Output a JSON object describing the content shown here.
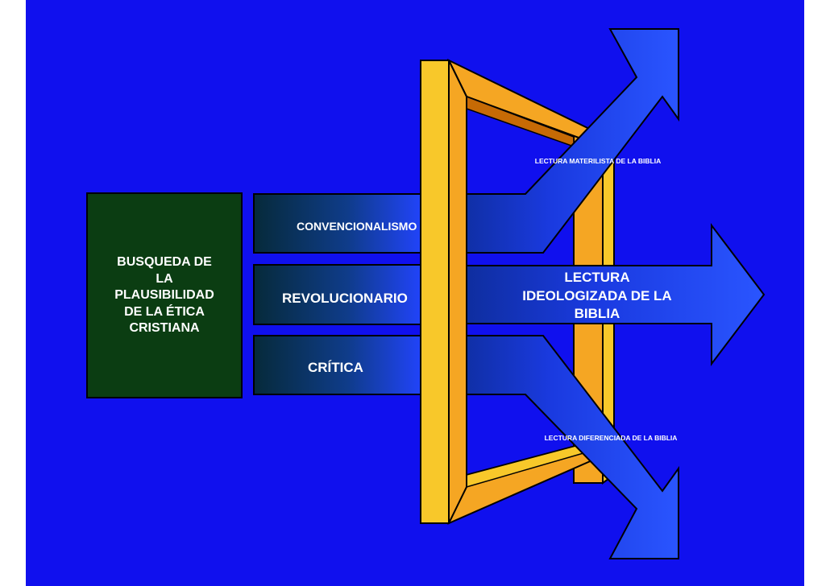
{
  "slide": {
    "colors": {
      "background": "#1010ee",
      "box": "#0b3d12",
      "frame_front": "#f8c82a",
      "frame_side": "#f5a623",
      "frame_shadow": "#c66a05",
      "arrow_light": "#2244ff",
      "arrow_dark": "#062a3a"
    },
    "box_lines": [
      "BUSQUEDA DE",
      "LA",
      "PLAUSIBILIDAD",
      "DE LA ÉTICA",
      "CRISTIANA"
    ],
    "bars": {
      "top": "CONVENCIONALISMO",
      "middle": "REVOLUCIONARIO",
      "bottom": "CRÍTICA"
    },
    "arrows": {
      "up_label": "LECTURA MATERILISTA DE LA BIBLIA",
      "center_lines": [
        "LECTURA",
        "IDEOLOGIZADA DE LA",
        "BIBLIA"
      ],
      "down_label": "LECTURA DIFERENCIADA DE LA BIBLIA"
    }
  }
}
